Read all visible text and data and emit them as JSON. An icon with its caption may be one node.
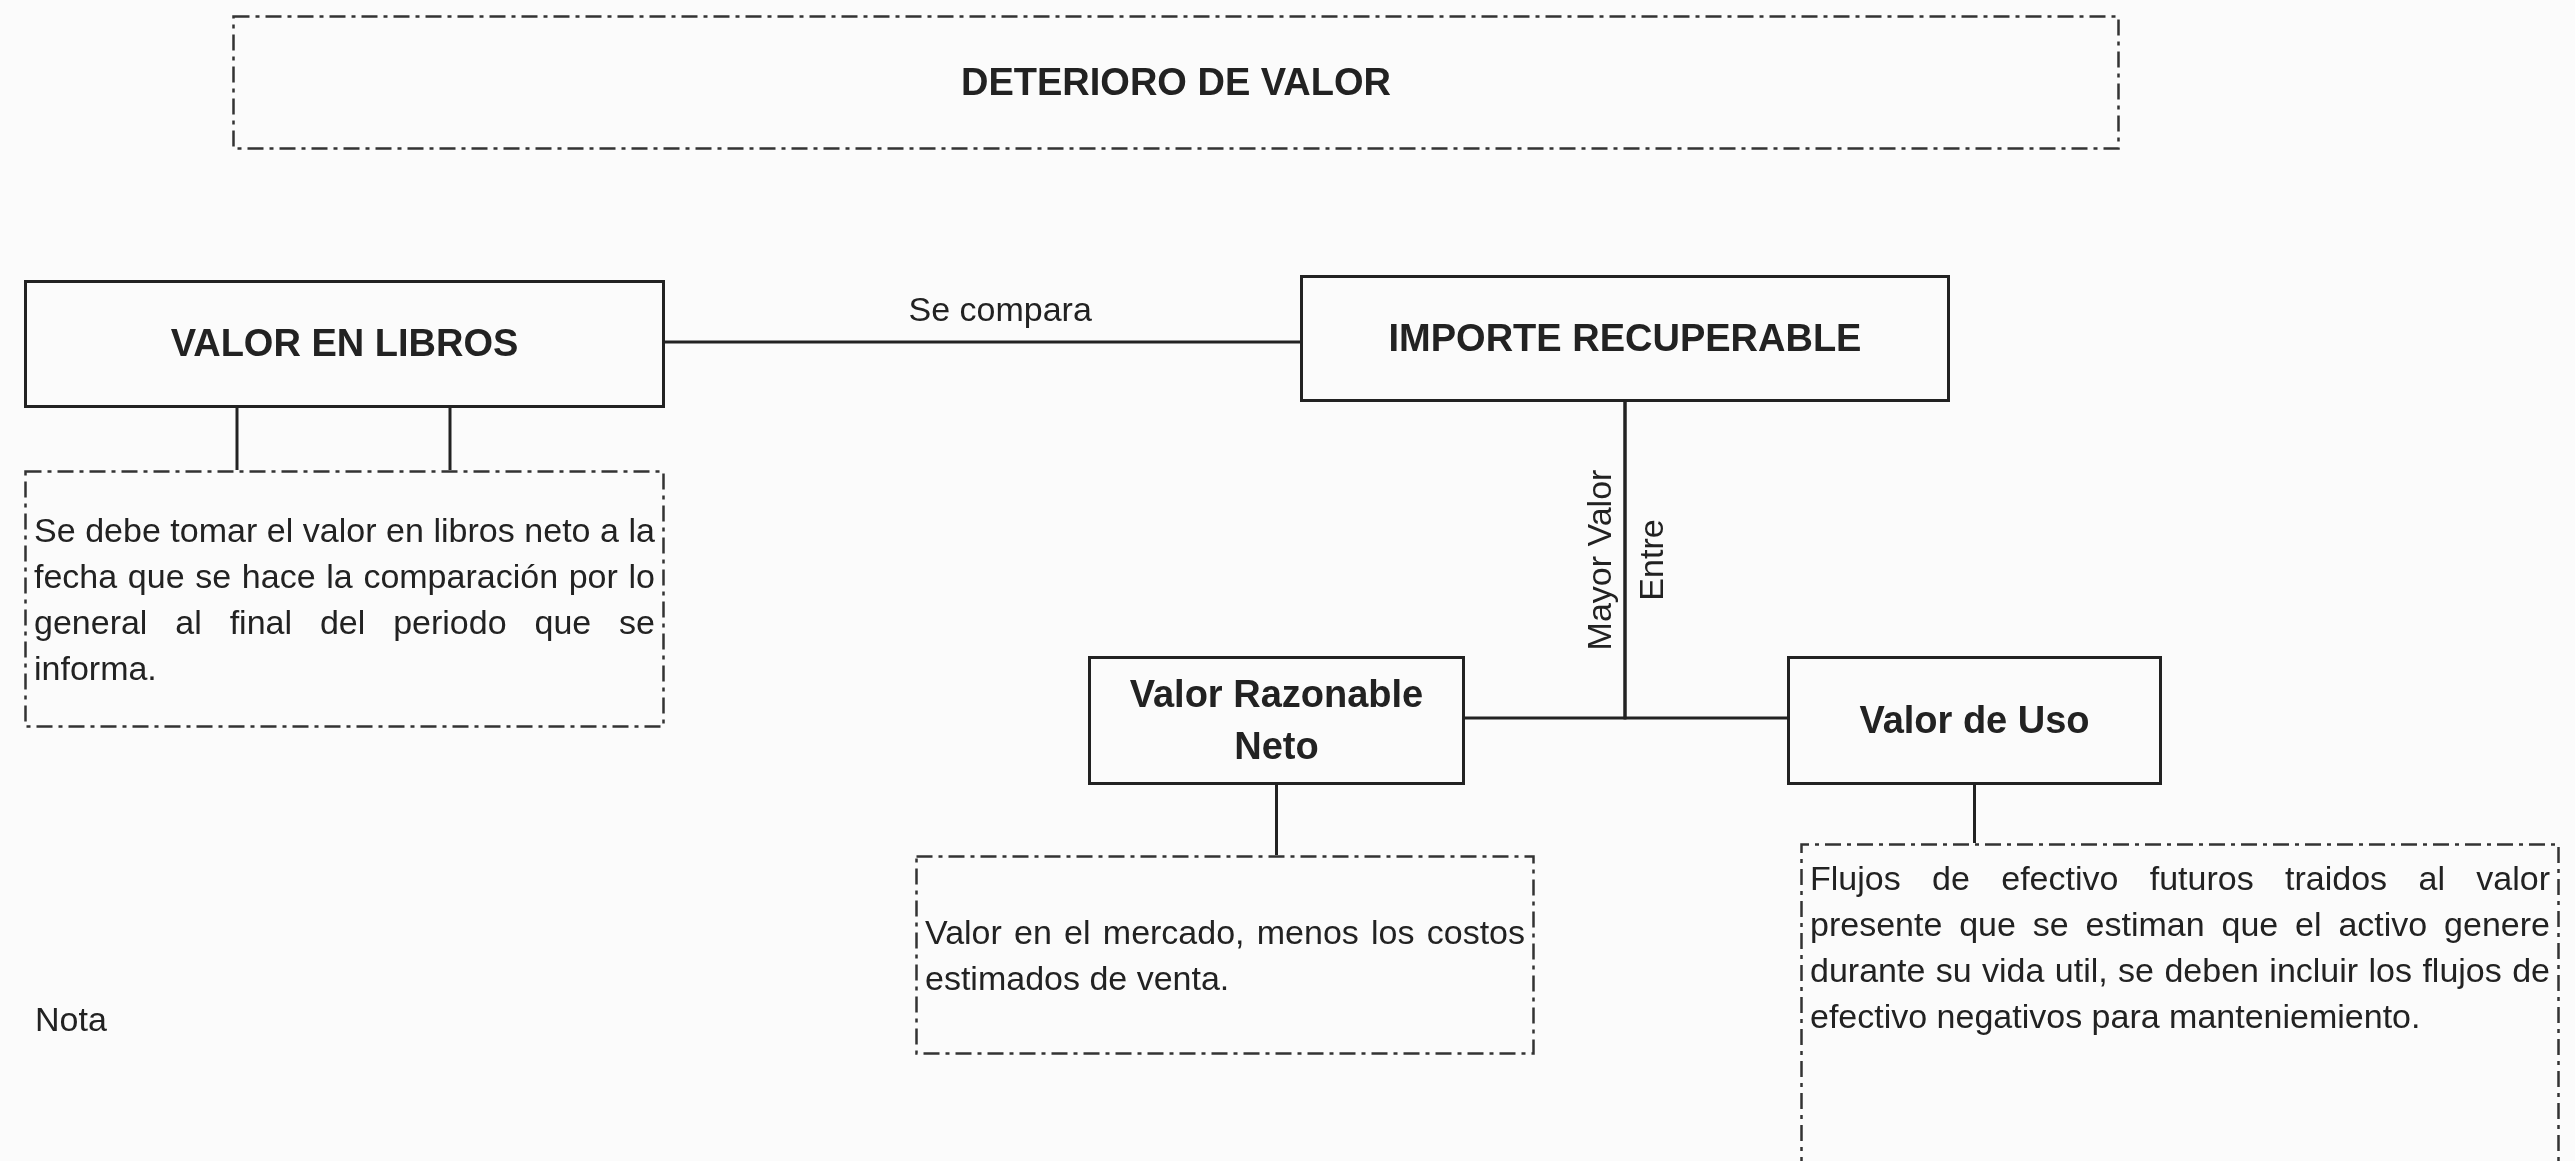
{
  "diagram": {
    "nodes": [
      {
        "text": [
          "DETERIORO DE VALOR"
        ]
      },
      {
        "text": [
          "VALOR EN LIBROS"
        ]
      },
      {
        "text": [
          "IMPORTE RECUPERABLE"
        ]
      },
      {
        "text": [
          "Se debe tomar el valor en libros neto a la fecha que se hace la comparación por lo general al final del periodo que se informa."
        ]
      },
      {
        "text": [
          "Valor Razonable Neto"
        ]
      },
      {
        "text": [
          "Valor de Uso"
        ]
      },
      {
        "text": [
          "Valor en el mercado, menos los costos estimados de venta."
        ]
      },
      {
        "text": [
          "Flujos de efectivo futuros traidos al valor presente que se estiman que el activo genere durante su vida util, se deben incluir los flujos de efectivo negativos para manteniemiento."
        ]
      }
    ],
    "edges": [
      {
        "from": 1,
        "to": 2,
        "arrow": "none",
        "label": "Se compara"
      },
      {
        "from": 1,
        "to": 3,
        "arrow": "none"
      },
      {
        "from": 1,
        "to": 3,
        "arrow": "none"
      },
      {
        "from": 2,
        "to": 4,
        "arrow": "none",
        "label": "Mayor Valor Entre"
      },
      {
        "from": 2,
        "to": 5,
        "arrow": "none"
      },
      {
        "from": 4,
        "to": 6,
        "arrow": "none"
      },
      {
        "from": 5,
        "to": 7,
        "arrow": "none"
      }
    ],
    "labels": [
      "Nota"
    ]
  }
}
